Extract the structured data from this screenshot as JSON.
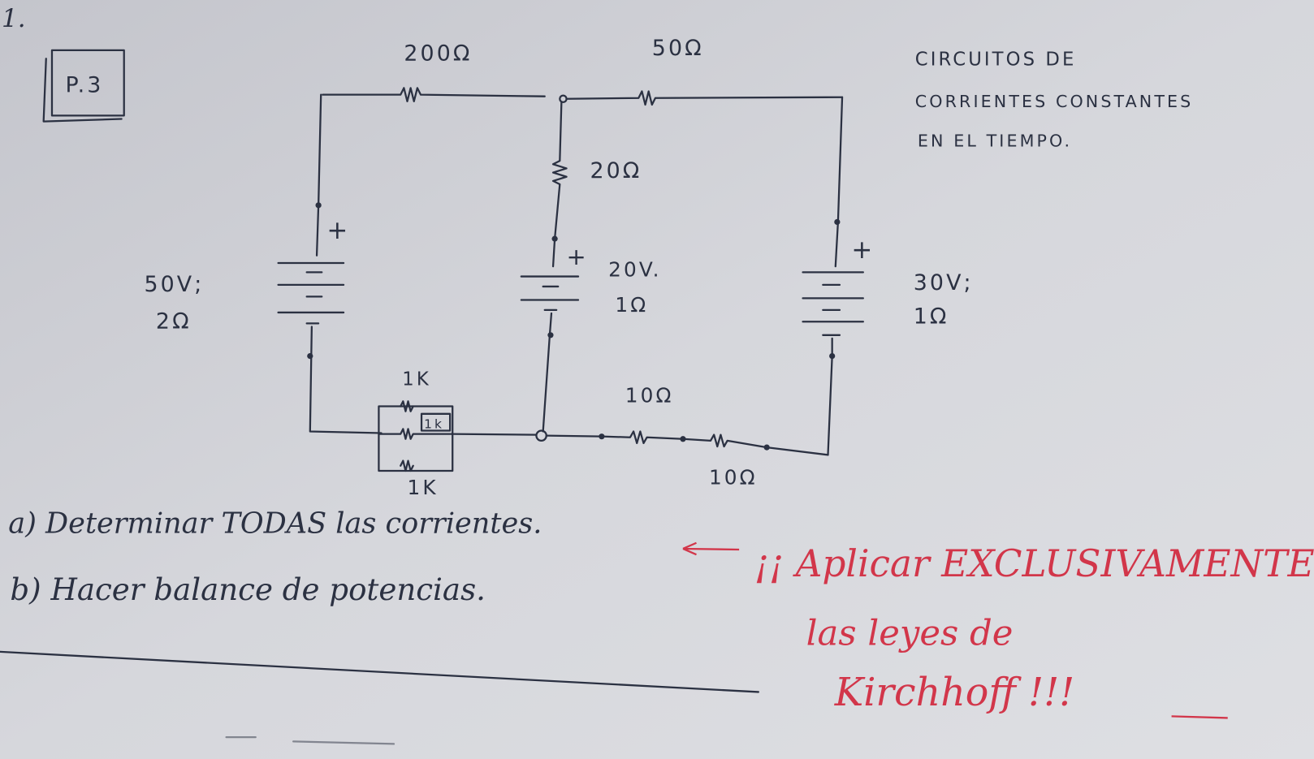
{
  "corner_mark": "1.",
  "problem_label": "P.3",
  "title_lines": [
    "CIRCUITOS  DE",
    "CORRIENTES  CONSTANTES",
    "EN  EL  TIEMPO."
  ],
  "components": {
    "r_top_left": "200Ω",
    "r_top_right": "50Ω",
    "r_middle": "20Ω",
    "source_left": {
      "voltage": "50V;",
      "resistance": "2Ω"
    },
    "source_middle": {
      "voltage": "20V.",
      "resistance": "1Ω"
    },
    "source_right": {
      "voltage": "30V;",
      "resistance": "1Ω"
    },
    "parallel_top": "1K",
    "parallel_middle": "1k",
    "parallel_bottom": "1K",
    "r_bottom_1": "10Ω",
    "r_bottom_2": "10Ω",
    "plus_sign": "+"
  },
  "questions": {
    "a": "a)  Determinar  TODAS   las   corrientes.",
    "b": "b)  Hacer  balance  de  potencias."
  },
  "note_lines": [
    "¡¡ Aplicar  EXCLUSIVAMENTE",
    "las  leyes  de",
    "Kirchhoff  !!!"
  ],
  "colors": {
    "board": "#cfd0d6",
    "ink": "#2b3142",
    "red_ink": "#d2364a"
  }
}
